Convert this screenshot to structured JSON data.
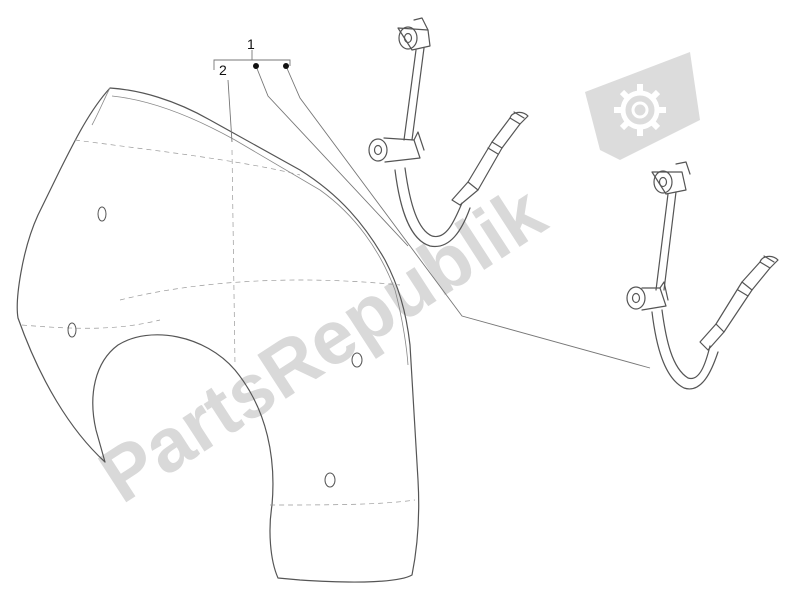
{
  "callouts": {
    "assembly_number": "1",
    "part_number": "2"
  },
  "watermark": {
    "text": "PartsRepublik",
    "logo_icon": "gear-icon",
    "color": "#d9d9d9"
  },
  "colors": {
    "line": "#555555",
    "fine_line": "#888888",
    "leader": "#777777"
  }
}
